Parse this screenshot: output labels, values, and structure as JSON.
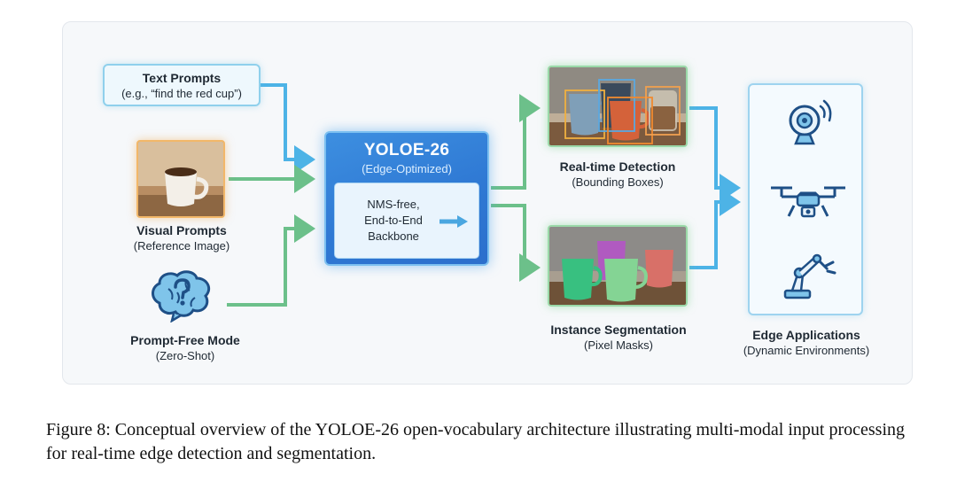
{
  "inputs": {
    "text_prompts": {
      "title": "Text Prompts",
      "example": "(e.g., “find the red cup”)"
    },
    "visual_prompts": {
      "title": "Visual Prompts",
      "subtitle": "(Reference Image)"
    },
    "prompt_free": {
      "title": "Prompt-Free Mode",
      "subtitle": "(Zero-Shot)"
    }
  },
  "model": {
    "title": "YOLOE-26",
    "subtitle": "(Edge-Optimized)",
    "inner_lines": [
      "NMS-free,",
      "End-to-End",
      "Backbone"
    ]
  },
  "outputs": {
    "detection": {
      "title": "Real-time Detection",
      "subtitle": "(Bounding Boxes)"
    },
    "segmentation": {
      "title": "Instance Segmentation",
      "subtitle": "(Pixel Masks)"
    }
  },
  "edge": {
    "title": "Edge Applications",
    "subtitle": "(Dynamic Environments)",
    "icons": [
      "camera-icon",
      "drone-icon",
      "robot-arm-icon"
    ]
  },
  "caption": "Figure 8: Conceptual overview of the YOLOE-26 open-vocabulary architecture illustrating multi-modal input processing for real-time edge detection and segmentation.",
  "colors": {
    "arrow_blue": "#4db3e6",
    "arrow_green": "#6cc08a",
    "model_blue": "#2f79d4",
    "input_orange": "#f2b769"
  }
}
